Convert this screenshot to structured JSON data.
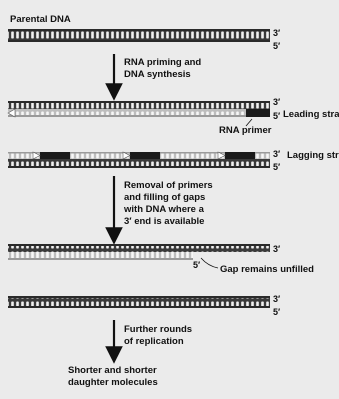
{
  "title": "Parental DNA",
  "strand_ends": {
    "three_prime": "3′",
    "five_prime": "5′"
  },
  "steps": {
    "step1_line1": "RNA priming and",
    "step1_line2": "DNA synthesis",
    "step2_line1": "Removal of primers",
    "step2_line2": "and filling of gaps",
    "step2_line3": "with DNA where a",
    "step2_line4": "3′ end is available",
    "step3_line1": "Further rounds",
    "step3_line2": "of replication"
  },
  "labels": {
    "leading_strand": "Leading strand",
    "rna_primer": "RNA primer",
    "lagging_strand": "Lagging strand",
    "gap": "Gap remains unfilled"
  },
  "result": {
    "line1": "Shorter and shorter",
    "line2": "daughter molecules"
  },
  "colors": {
    "background": "#ebebeb",
    "strand_fill": "#3a3a3a",
    "new_strand_fill": "#d8d8d8",
    "primer_fill": "#1a1a1a"
  }
}
